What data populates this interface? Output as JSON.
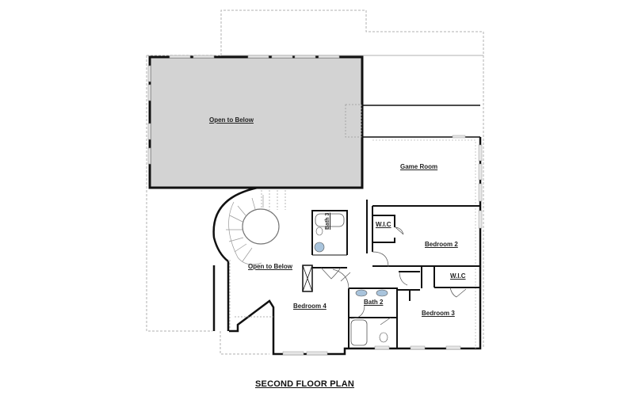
{
  "plan": {
    "title": "SECOND FLOOR PLAN",
    "colors": {
      "open_area_fill": "#d3d3d3",
      "wall": "#111111",
      "dashed": "#aaaaaa",
      "fixture": "#a9c4dc"
    },
    "rooms": [
      {
        "id": "open-to-below-main",
        "label": "Open to Below"
      },
      {
        "id": "game-room",
        "label": "Game Room"
      },
      {
        "id": "bath-3",
        "label": "Bath 3"
      },
      {
        "id": "wic-bedroom-2",
        "label": "W.I.C"
      },
      {
        "id": "bedroom-2",
        "label": "Bedroom 2"
      },
      {
        "id": "open-to-below-stair",
        "label": "Open to Below"
      },
      {
        "id": "wic-bedroom-3",
        "label": "W.I.C"
      },
      {
        "id": "bedroom-4",
        "label": "Bedroom 4"
      },
      {
        "id": "bath-2",
        "label": "Bath 2"
      },
      {
        "id": "bedroom-3",
        "label": "Bedroom 3"
      }
    ]
  }
}
